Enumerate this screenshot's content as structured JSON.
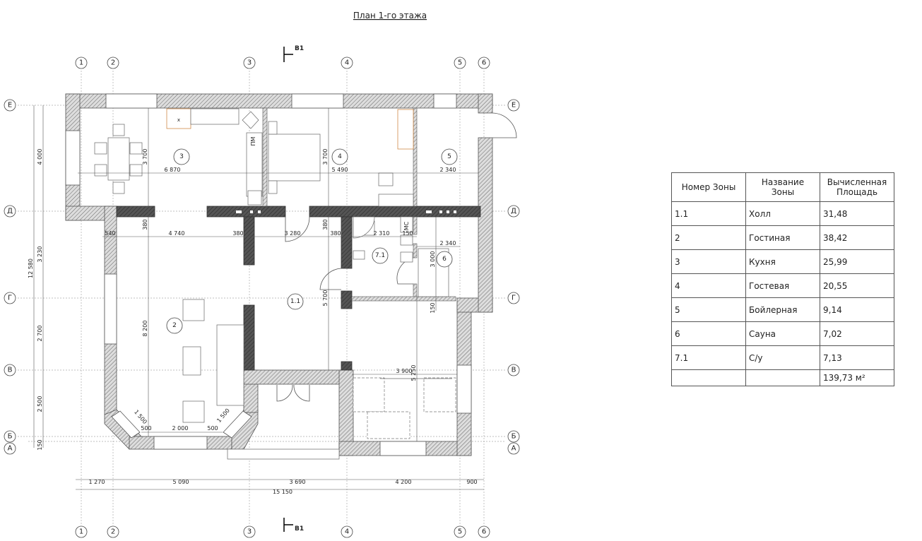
{
  "title": "План 1-го этажа",
  "section_mark": "В1",
  "axes_x": [
    "1",
    "2",
    "3",
    "4",
    "5",
    "6"
  ],
  "axes_y": [
    "Е",
    "Д",
    "Г",
    "В",
    "Б",
    "А"
  ],
  "room_tags": {
    "r3": "3",
    "r4": "4",
    "r5": "5",
    "r2": "2",
    "r11": "1.1",
    "r71": "7.1",
    "r6": "6"
  },
  "fixture_labels": {
    "pm": "ПМ",
    "ms": "МС",
    "x": "x"
  },
  "dims": {
    "d4000": "4 000",
    "d3230": "3 230",
    "d12580": "12 580",
    "d2700": "2 700",
    "d2500": "2 500",
    "d150a": "150",
    "d3700a": "3 700",
    "d6870": "6 870",
    "d3700b": "3 700",
    "d5490": "5 490",
    "d2340a": "2 340",
    "d380a": "380",
    "d540": "540",
    "d4740": "4 740",
    "d380b": "380",
    "d3280": "3 280",
    "d380c": "380",
    "d380d": "380",
    "d2310": "2 310",
    "d150b": "150",
    "d2340b": "2 340",
    "d3000": "3 000",
    "d150c": "150",
    "d5700": "5 700",
    "d8200": "8 200",
    "d3900": "3 900",
    "d5250": "5 250",
    "d1500a": "1 500",
    "d1500b": "1 500",
    "d500a": "500",
    "d2000": "2 000",
    "d500b": "500",
    "d1270": "1 270",
    "d5090": "5 090",
    "d3690": "3 690",
    "d4200": "4 200",
    "d900": "900",
    "d15150": "15 150"
  },
  "area_table": {
    "headers": [
      "Номер Зоны",
      "Название Зоны",
      "Вычисленная Площадь"
    ],
    "rows": [
      {
        "num": "1.1",
        "name": "Холл",
        "area": "31,48"
      },
      {
        "num": "2",
        "name": "Гостиная",
        "area": "38,42"
      },
      {
        "num": "3",
        "name": "Кухня",
        "area": "25,99"
      },
      {
        "num": "4",
        "name": "Гостевая",
        "area": "20,55"
      },
      {
        "num": "5",
        "name": "Бойлерная",
        "area": "9,14"
      },
      {
        "num": "6",
        "name": "Сауна",
        "area": "7,02"
      },
      {
        "num": "7.1",
        "name": "С/у",
        "area": "7,13"
      }
    ],
    "total": "139,73 м²"
  }
}
